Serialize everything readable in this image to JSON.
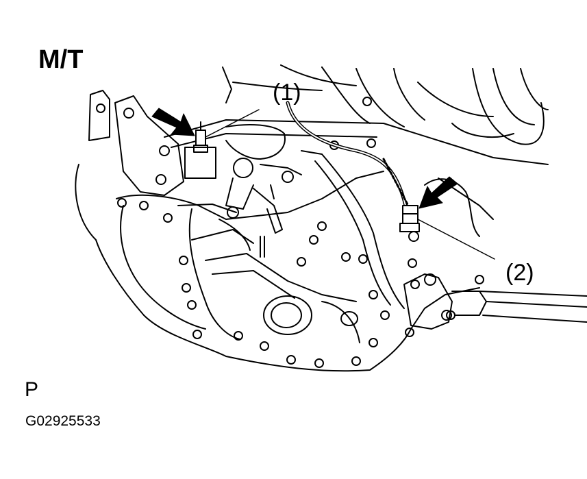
{
  "title": "M/T",
  "callouts": [
    {
      "label": "(1)"
    },
    {
      "label": "(2)"
    }
  ],
  "view_letter": "P",
  "figure_id": "G02925533"
}
